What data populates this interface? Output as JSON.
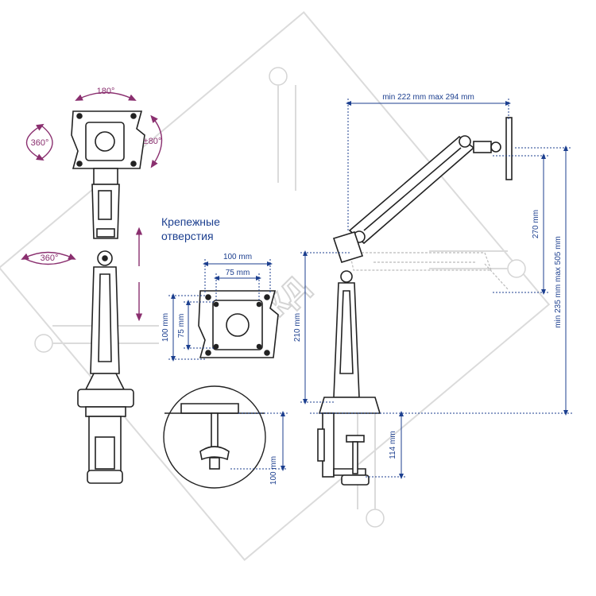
{
  "colors": {
    "dimension": "#1c3f8f",
    "rotation": "#8a2f6f",
    "line": "#222222",
    "watermark": "#d0d0d0"
  },
  "rotation_labels": {
    "top": "180°",
    "left": "360°",
    "right": "±80°",
    "arm": "360°"
  },
  "mount_holes_title": {
    "line1": "Крепежные",
    "line2": "отверстия"
  },
  "vesa": {
    "w100": "100 mm",
    "w75": "75 mm",
    "h100": "100 mm",
    "h75": "75 mm"
  },
  "clamp": {
    "depth": "100 mm"
  },
  "side": {
    "reach": "min 222 mm max 294 mm",
    "up": "270 mm",
    "height": "min 235 mm max 505 mm",
    "pole": "210 mm",
    "desk": "114 mm"
  },
  "watermark": "ккд"
}
